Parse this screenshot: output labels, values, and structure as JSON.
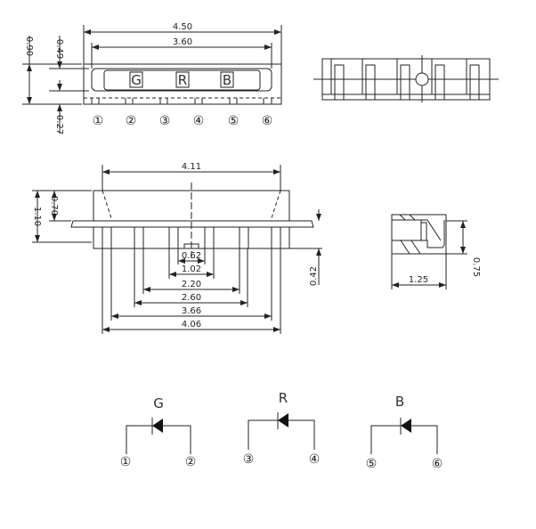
{
  "top_view": {
    "dims": {
      "overall_width": "4.50",
      "inner_width": "3.60",
      "height": "0.90",
      "window_height": "0.49",
      "bottom": "0.27"
    },
    "letters": [
      "G",
      "R",
      "B"
    ],
    "pins": [
      "①",
      "②",
      "③",
      "④",
      "⑤",
      "⑥"
    ]
  },
  "front_view": {
    "dims": {
      "top_width": "4.11",
      "height": "1.10",
      "upper": "0.70",
      "lead": "0.42",
      "spans": [
        "0.62",
        "1.02",
        "2.20",
        "2.60",
        "3.66",
        "4.06"
      ]
    }
  },
  "side_view": {
    "dims": {
      "width": "1.25",
      "height": "0.75"
    }
  },
  "schematic": [
    {
      "label": "G",
      "pins": [
        "①",
        "②"
      ]
    },
    {
      "label": "R",
      "pins": [
        "③",
        "④"
      ]
    },
    {
      "label": "B",
      "pins": [
        "⑤",
        "⑥"
      ]
    }
  ]
}
